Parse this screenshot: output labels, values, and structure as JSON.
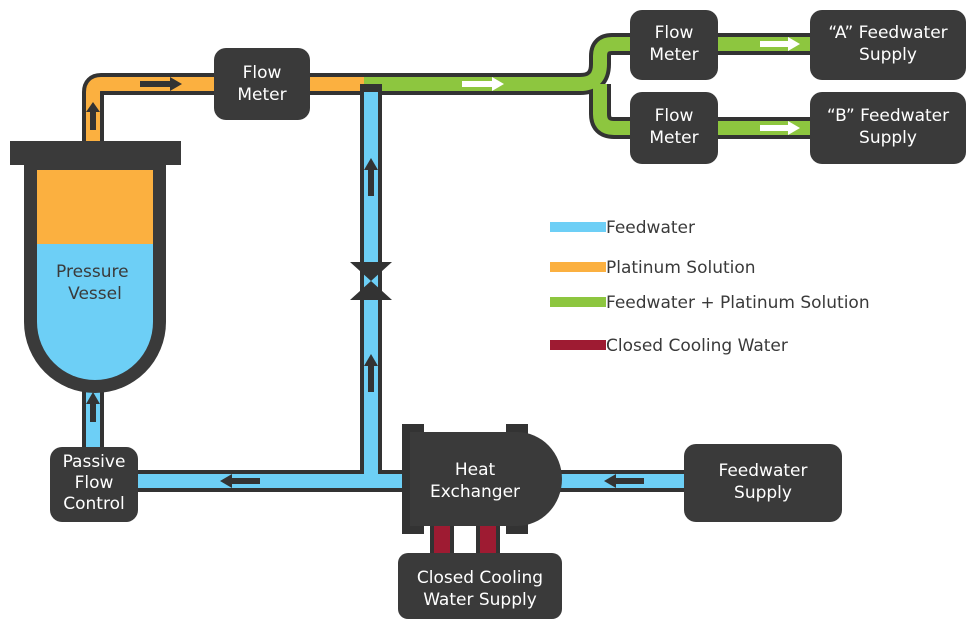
{
  "colors": {
    "feedwater": "#6dcff6",
    "platinum_solution": "#fbb040",
    "feedwater_platinum": "#8dc63f",
    "closed_cooling_water": "#9e1b32",
    "box": "#3a3a3a",
    "outline": "#333333"
  },
  "components": {
    "flow_meter_main": [
      "Flow",
      "Meter"
    ],
    "flow_meter_a": [
      "Flow",
      "Meter"
    ],
    "flow_meter_b": [
      "Flow",
      "Meter"
    ],
    "supply_a": [
      "“A” Feedwater",
      "Supply"
    ],
    "supply_b": [
      "“B” Feedwater",
      "Supply"
    ],
    "pressure_vessel": [
      "Pressure",
      "Vessel"
    ],
    "passive_flow_control": [
      "Passive",
      "Flow",
      "Control"
    ],
    "heat_exchanger": [
      "Heat",
      "Exchanger"
    ],
    "feedwater_supply": [
      "Feedwater",
      "Supply"
    ],
    "closed_cooling_supply": [
      "Closed Cooling",
      "Water Supply"
    ]
  },
  "legend": [
    {
      "label": "Feedwater",
      "color_key": "feedwater"
    },
    {
      "label": "Platinum Solution",
      "color_key": "platinum_solution"
    },
    {
      "label": "Feedwater + Platinum Solution",
      "color_key": "feedwater_platinum"
    },
    {
      "label": "Closed Cooling Water",
      "color_key": "closed_cooling_water"
    }
  ]
}
